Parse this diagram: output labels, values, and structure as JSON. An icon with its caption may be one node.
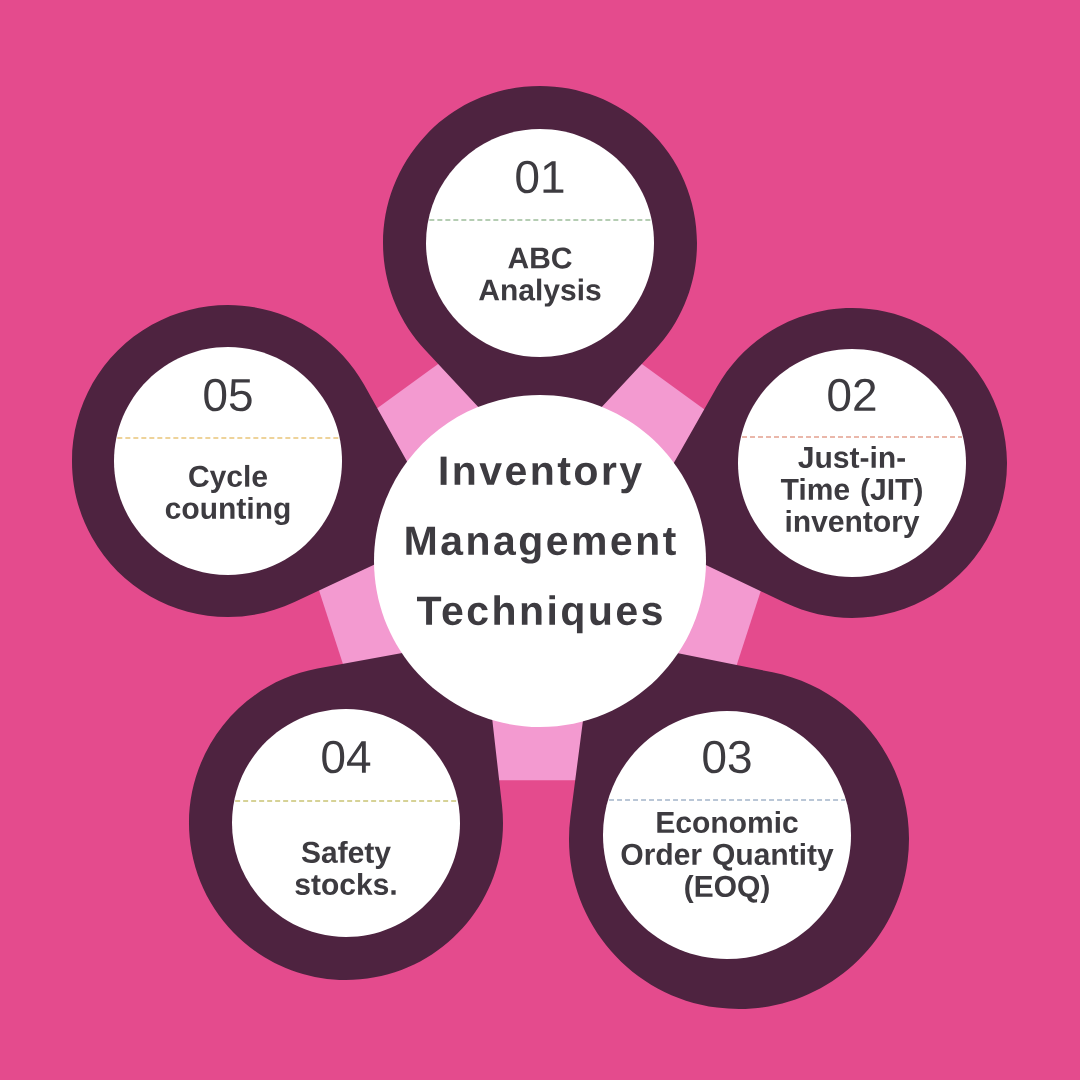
{
  "diagram": {
    "nodes": [
      {
        "text": [
          "Inventory Management Techniques"
        ]
      },
      {
        "text": [
          "01",
          "ABC Analysis"
        ]
      },
      {
        "text": [
          "02",
          "Just-in-Time (JIT) inventory"
        ]
      },
      {
        "text": [
          "03",
          "Economic Order Quantity (EOQ)"
        ]
      },
      {
        "text": [
          "04",
          "Safety stocks."
        ]
      },
      {
        "text": [
          "05",
          "Cycle counting"
        ]
      }
    ]
  }
}
